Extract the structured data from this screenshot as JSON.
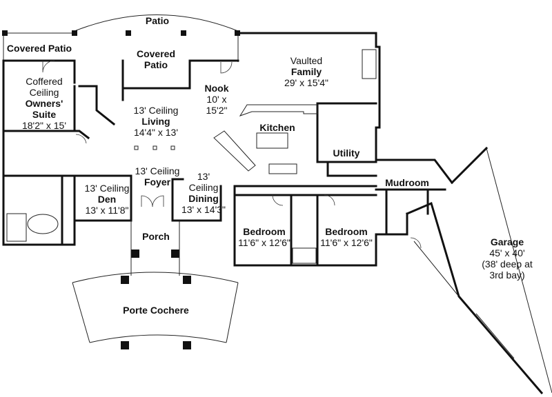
{
  "rooms": {
    "patio": {
      "name": "Patio"
    },
    "covered_patio_left": {
      "name": "Covered Patio"
    },
    "covered_patio_center": {
      "name_line1": "Covered",
      "name_line2": "Patio"
    },
    "owners_suite": {
      "line1": "Coffered",
      "line2": "Ceiling",
      "name_line1": "Owners'",
      "name_line2": "Suite",
      "size": "18'2\" x 15'"
    },
    "living": {
      "ceiling": "13' Ceiling",
      "name": "Living",
      "size": "14'4\" x 13'"
    },
    "nook": {
      "name": "Nook",
      "size_line1": "10' x",
      "size_line2": "15'2\""
    },
    "family": {
      "note": "Vaulted",
      "name": "Family",
      "size": "29' x 15'4\""
    },
    "kitchen": {
      "name": "Kitchen"
    },
    "utility": {
      "name": "Utility"
    },
    "foyer": {
      "ceiling": "13' Ceiling",
      "name": "Foyer"
    },
    "den": {
      "ceiling": "13' Ceiling",
      "name": "Den",
      "size": "13' x 11'8\""
    },
    "dining": {
      "ceiling_line1": "13'",
      "ceiling_line2": "Ceiling",
      "name": "Dining",
      "size": "13' x 14'3\""
    },
    "mudroom": {
      "name": "Mudroom"
    },
    "bedroom_1": {
      "name": "Bedroom",
      "size": "11'6\" x 12'6\""
    },
    "bedroom_2": {
      "name": "Bedroom",
      "size": "11'6\" x 12'6\""
    },
    "porch": {
      "name": "Porch"
    },
    "porte_cochere": {
      "name": "Porte Cochere"
    },
    "garage": {
      "name": "Garage",
      "size": "45' x 40'",
      "note_line1": "(38' deep at",
      "note_line2": "3rd bay)"
    }
  }
}
